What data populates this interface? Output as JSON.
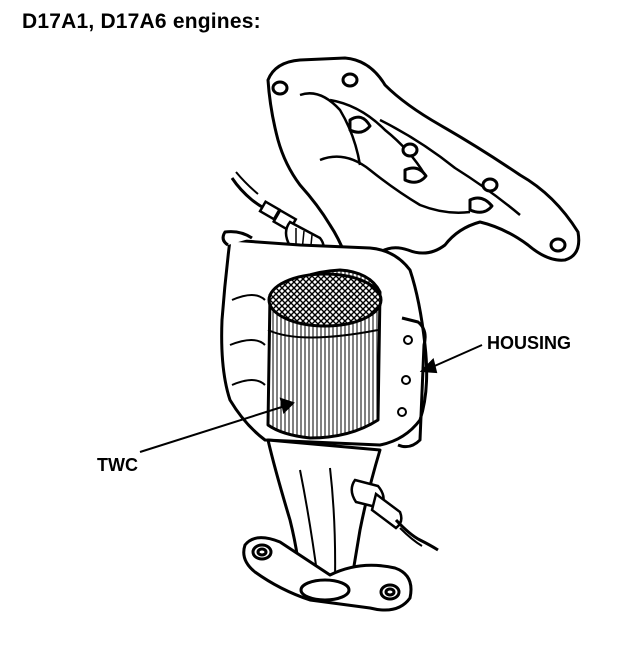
{
  "title": "D17A1, D17A6 engines:",
  "callouts": {
    "housing": "HOUSING",
    "twc": "TWC"
  },
  "parts": [
    "exhaust-manifold",
    "oxygen-sensor-upper",
    "catalytic-converter-housing",
    "twc-substrate",
    "lower-pipe",
    "oxygen-sensor-lower",
    "outlet-flange"
  ]
}
